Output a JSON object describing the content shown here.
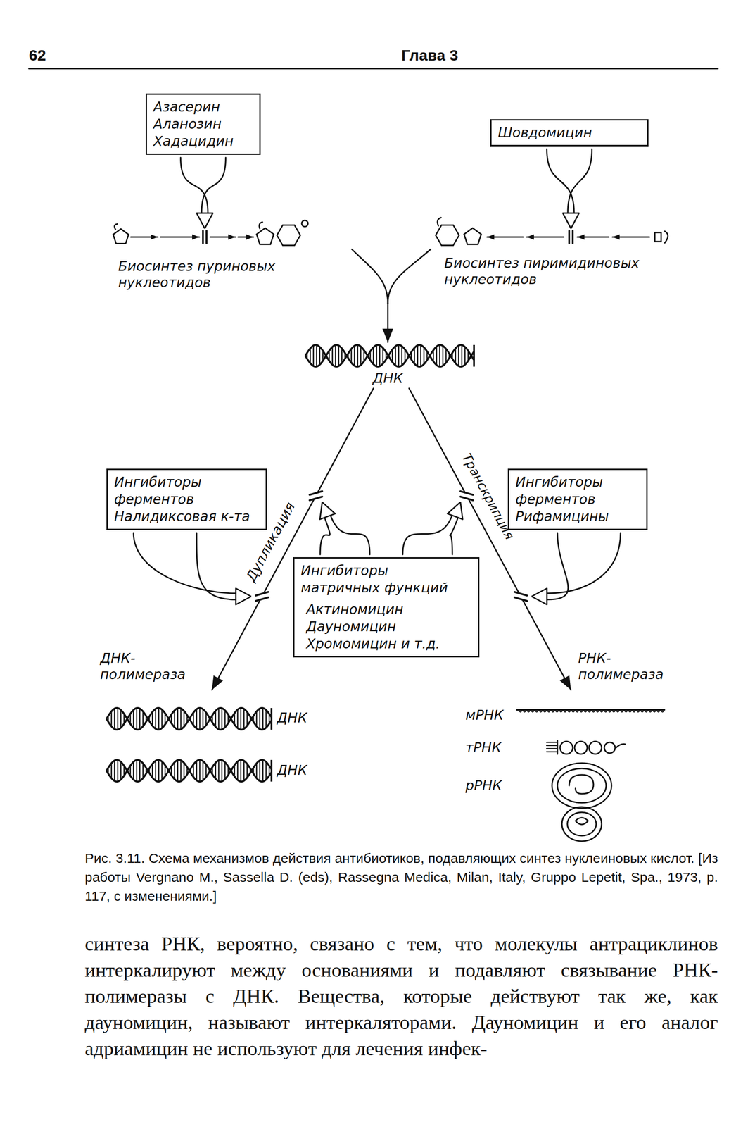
{
  "diagram": {
    "caption": "Рис. 3.11. Схема механизмов действия антибиотиков, подавляющих синтез нуклеиновых кислот. [Из работы Vergnano M., Sassella D. (eds), Rassegna Medica, Milan, Italy, Gruppo Lepetit, Spa., 1973, p. 117, с изменениями.]",
    "nodes": [
      {
        "text": [
          "Азасерин",
          "Аланозин",
          "Хадацидин"
        ]
      },
      {
        "text": [
          "Шовдомицин"
        ]
      },
      {
        "text": [
          "Ингибиторы ферментов",
          "Налидиксовая к-та"
        ]
      },
      {
        "text": [
          "Ингибиторы ферментов",
          "Рифамицины"
        ]
      },
      {
        "text": [
          "Ингибиторы матричных функций",
          "Актиномицин",
          "Дауномицин",
          "Хромомицин и т.д."
        ]
      }
    ],
    "labels": [
      "62",
      "Глава 3",
      "Биосинтез пуриновых нуклеотидов",
      "Биосинтез пиримидиновых нуклеотидов",
      "ДНК",
      "Дупликация",
      "Транскрипция",
      "ДНК-полимераза",
      "РНК-полимераза",
      "ДНК",
      "ДНК",
      "мРНК",
      "тРНК",
      "рРНК",
      "синтеза РНК, вероятно, связано с тем, что молекулы антрациклинов интеркалируют между основаниями и подавляют связывание РНК-полимеразы с ДНК. Вещества, которые действуют так же, как дауномицин, называют интеркаляторами. Дауномицин и его аналог адриамицин не используют для лечения инфек-"
    ]
  }
}
